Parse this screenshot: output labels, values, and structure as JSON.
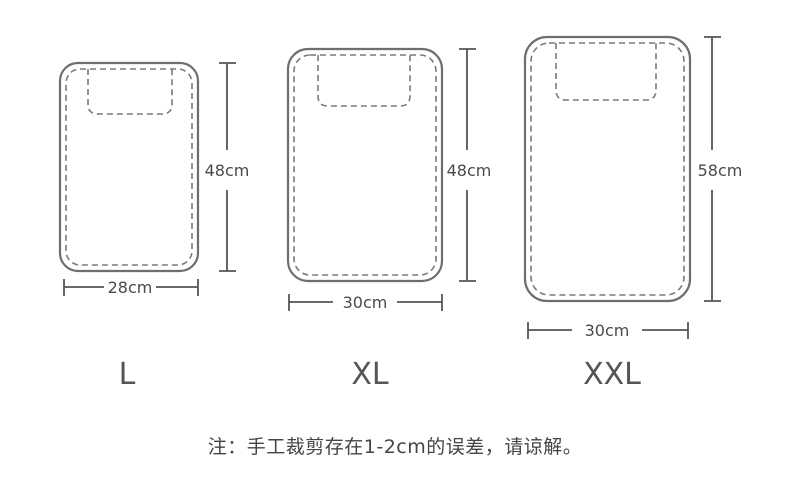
{
  "colors": {
    "outline": "#6e6e6e",
    "dashed": "#7a7a7a",
    "text": "#4a4a4a"
  },
  "sizes": [
    {
      "label": "L",
      "width_label": "28cm",
      "height_label": "48cm"
    },
    {
      "label": "XL",
      "width_label": "30cm",
      "height_label": "48cm"
    },
    {
      "label": "XXL",
      "width_label": "30cm",
      "height_label": "58cm"
    }
  ],
  "note": "注：手工裁剪存在1-2cm的误差，请谅解。"
}
